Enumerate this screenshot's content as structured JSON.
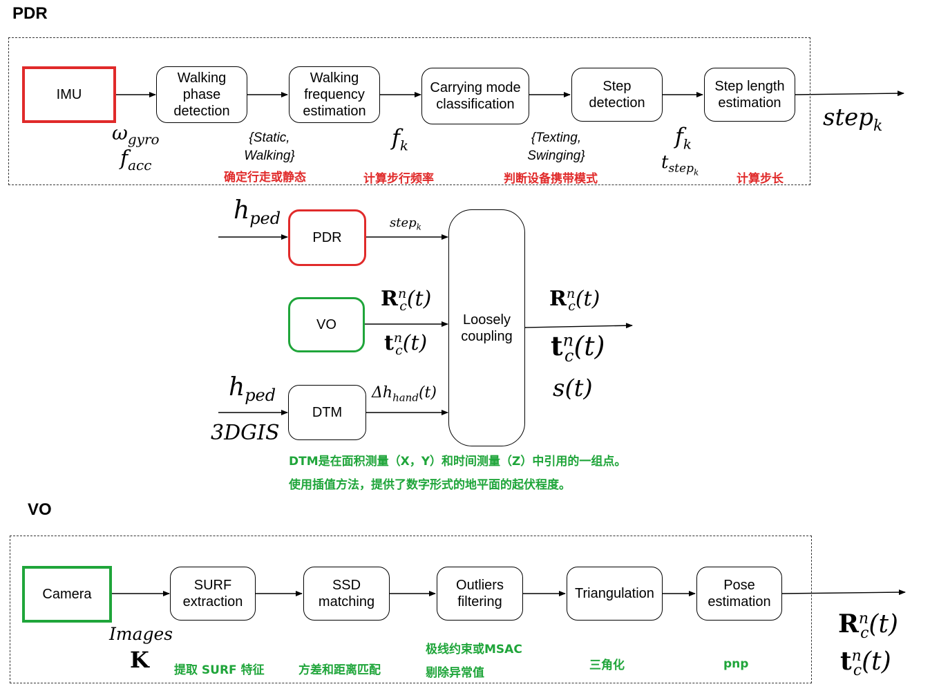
{
  "pdr_section": {
    "title": "PDR",
    "imu": "IMU",
    "walking_phase": "Walking\nphase\ndetection",
    "walking_freq": "Walking\nfrequency\nestimation",
    "carrying_mode": "Carrying mode\nclassification",
    "step_detection": "Step\ndetection",
    "step_length": "Step length\nestimation",
    "omega_gyro": "ω",
    "omega_sub": "gyro",
    "f_acc": "f",
    "f_acc_sub": "acc",
    "static_walking": "{Static,\nWalking}",
    "f_k": "f",
    "f_k_sub": "k",
    "texting_swinging": "{Texting,\nSwinging}",
    "f_k2": "f",
    "f_k2_sub": "k",
    "t_step": "t",
    "t_step_sub": "step",
    "t_step_subsub": "k",
    "step_k": "step",
    "step_k_sub": "k",
    "cn_labels": [
      "确定行走或静态",
      "计算步行频率",
      "判断设备携带模式",
      "计算步长"
    ]
  },
  "middle_section": {
    "pdr": "PDR",
    "vo": "VO",
    "dtm": "DTM",
    "loosely": "Loosely\ncoupling",
    "h_ped": "h",
    "h_ped_sub": "ped",
    "h_ped2": "h",
    "h_ped2_sub": "ped",
    "gis": "3DGIS",
    "step_k": "step",
    "step_k_sub": "k",
    "delta_h": "Δh",
    "delta_h_sub": "hand",
    "delta_h_arg": "(t)",
    "R": "R",
    "R_sup": "n",
    "R_sub": "c",
    "R_arg": "(t)",
    "t": "t",
    "t_sup": "n",
    "t_sub": "c",
    "t_arg": "(t)",
    "R_out": "R",
    "R_out_sup": "n",
    "R_out_sub": "c",
    "R_out_arg": "(t)",
    "t_out": "t",
    "t_out_sup": "n",
    "t_out_sub": "c",
    "t_out_arg": "(t)",
    "s_out": "s",
    "s_out_arg": "(t)",
    "dtm_note_1": "DTM是在面积测量（X，Y）和时间测量（Z）中引用的一组点。",
    "dtm_note_2": "使用插值方法，提供了数字形式的地平面的起伏程度。"
  },
  "vo_section": {
    "title": "VO",
    "camera": "Camera",
    "surf": "SURF\nextraction",
    "ssd": "SSD\nmatching",
    "outliers": "Outliers\nfiltering",
    "triangulation": "Triangulation",
    "pose": "Pose\nestimation",
    "images": "Images",
    "K": "K",
    "R": "R",
    "R_sup": "n",
    "R_sub": "c",
    "R_arg": "(t)",
    "t": "t",
    "t_sup": "n",
    "t_sub": "c",
    "t_arg": "(t)",
    "cn_surf": "提取 SURF 特征",
    "cn_ssd": "方差和距离匹配",
    "cn_outliers_1": "极线约束或MSAC",
    "cn_outliers_2": "剔除异常值",
    "cn_tri": "三角化",
    "cn_pnp": "pnp"
  },
  "colors": {
    "red": "#e02a2a",
    "green": "#1fa53a"
  }
}
